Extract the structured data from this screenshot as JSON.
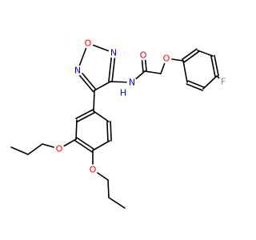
{
  "molecule": {
    "colors": {
      "bond": "#000000",
      "O": "#ff0000",
      "N": "#0000ff",
      "F": "#33cc33"
    },
    "atoms": [
      {
        "id": "O_ring",
        "label": "O"
      },
      {
        "id": "N_ring_top",
        "label": "N"
      },
      {
        "id": "N_ring_left",
        "label": "N"
      },
      {
        "id": "N_amide",
        "label": "N"
      },
      {
        "id": "H_amide",
        "label": "H"
      },
      {
        "id": "O_carbonyl",
        "label": "O"
      },
      {
        "id": "O_ether",
        "label": "O"
      },
      {
        "id": "F",
        "label": "F"
      },
      {
        "id": "O_propoxy_3",
        "label": "O"
      },
      {
        "id": "O_propoxy_4",
        "label": "O"
      }
    ]
  }
}
